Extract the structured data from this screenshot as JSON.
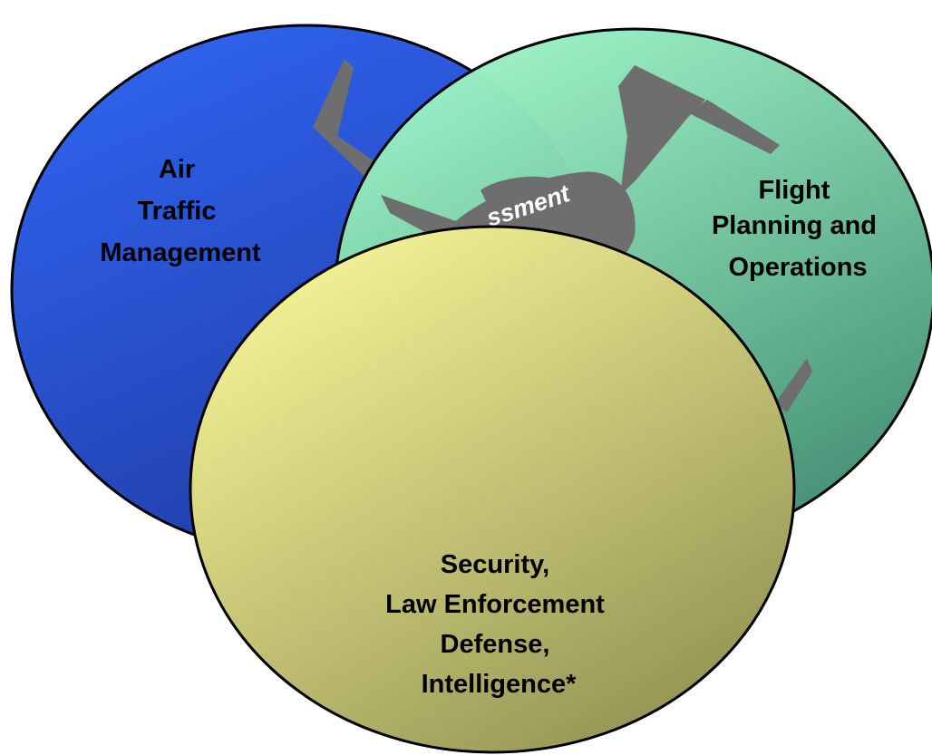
{
  "diagram": {
    "circles": [
      {
        "id": "air-traffic-management",
        "lines": [
          "Air",
          "Traffic",
          "Management"
        ],
        "gradient": [
          "#2f63f0",
          "#1f3aa0"
        ]
      },
      {
        "id": "flight-planning-and-operations",
        "lines": [
          "Flight",
          "Planning and",
          "Operations"
        ],
        "gradient": [
          "#9ff7c8",
          "#3f8a70"
        ]
      },
      {
        "id": "security-law-enforcement",
        "lines": [
          "Security,",
          "Law Enforcement",
          "Defense,",
          "Intelligence*"
        ],
        "gradient": [
          "#f9f89a",
          "#8f8e50"
        ]
      }
    ],
    "overlay_text": "ssment",
    "airplane_color": "#6e6e6e"
  }
}
